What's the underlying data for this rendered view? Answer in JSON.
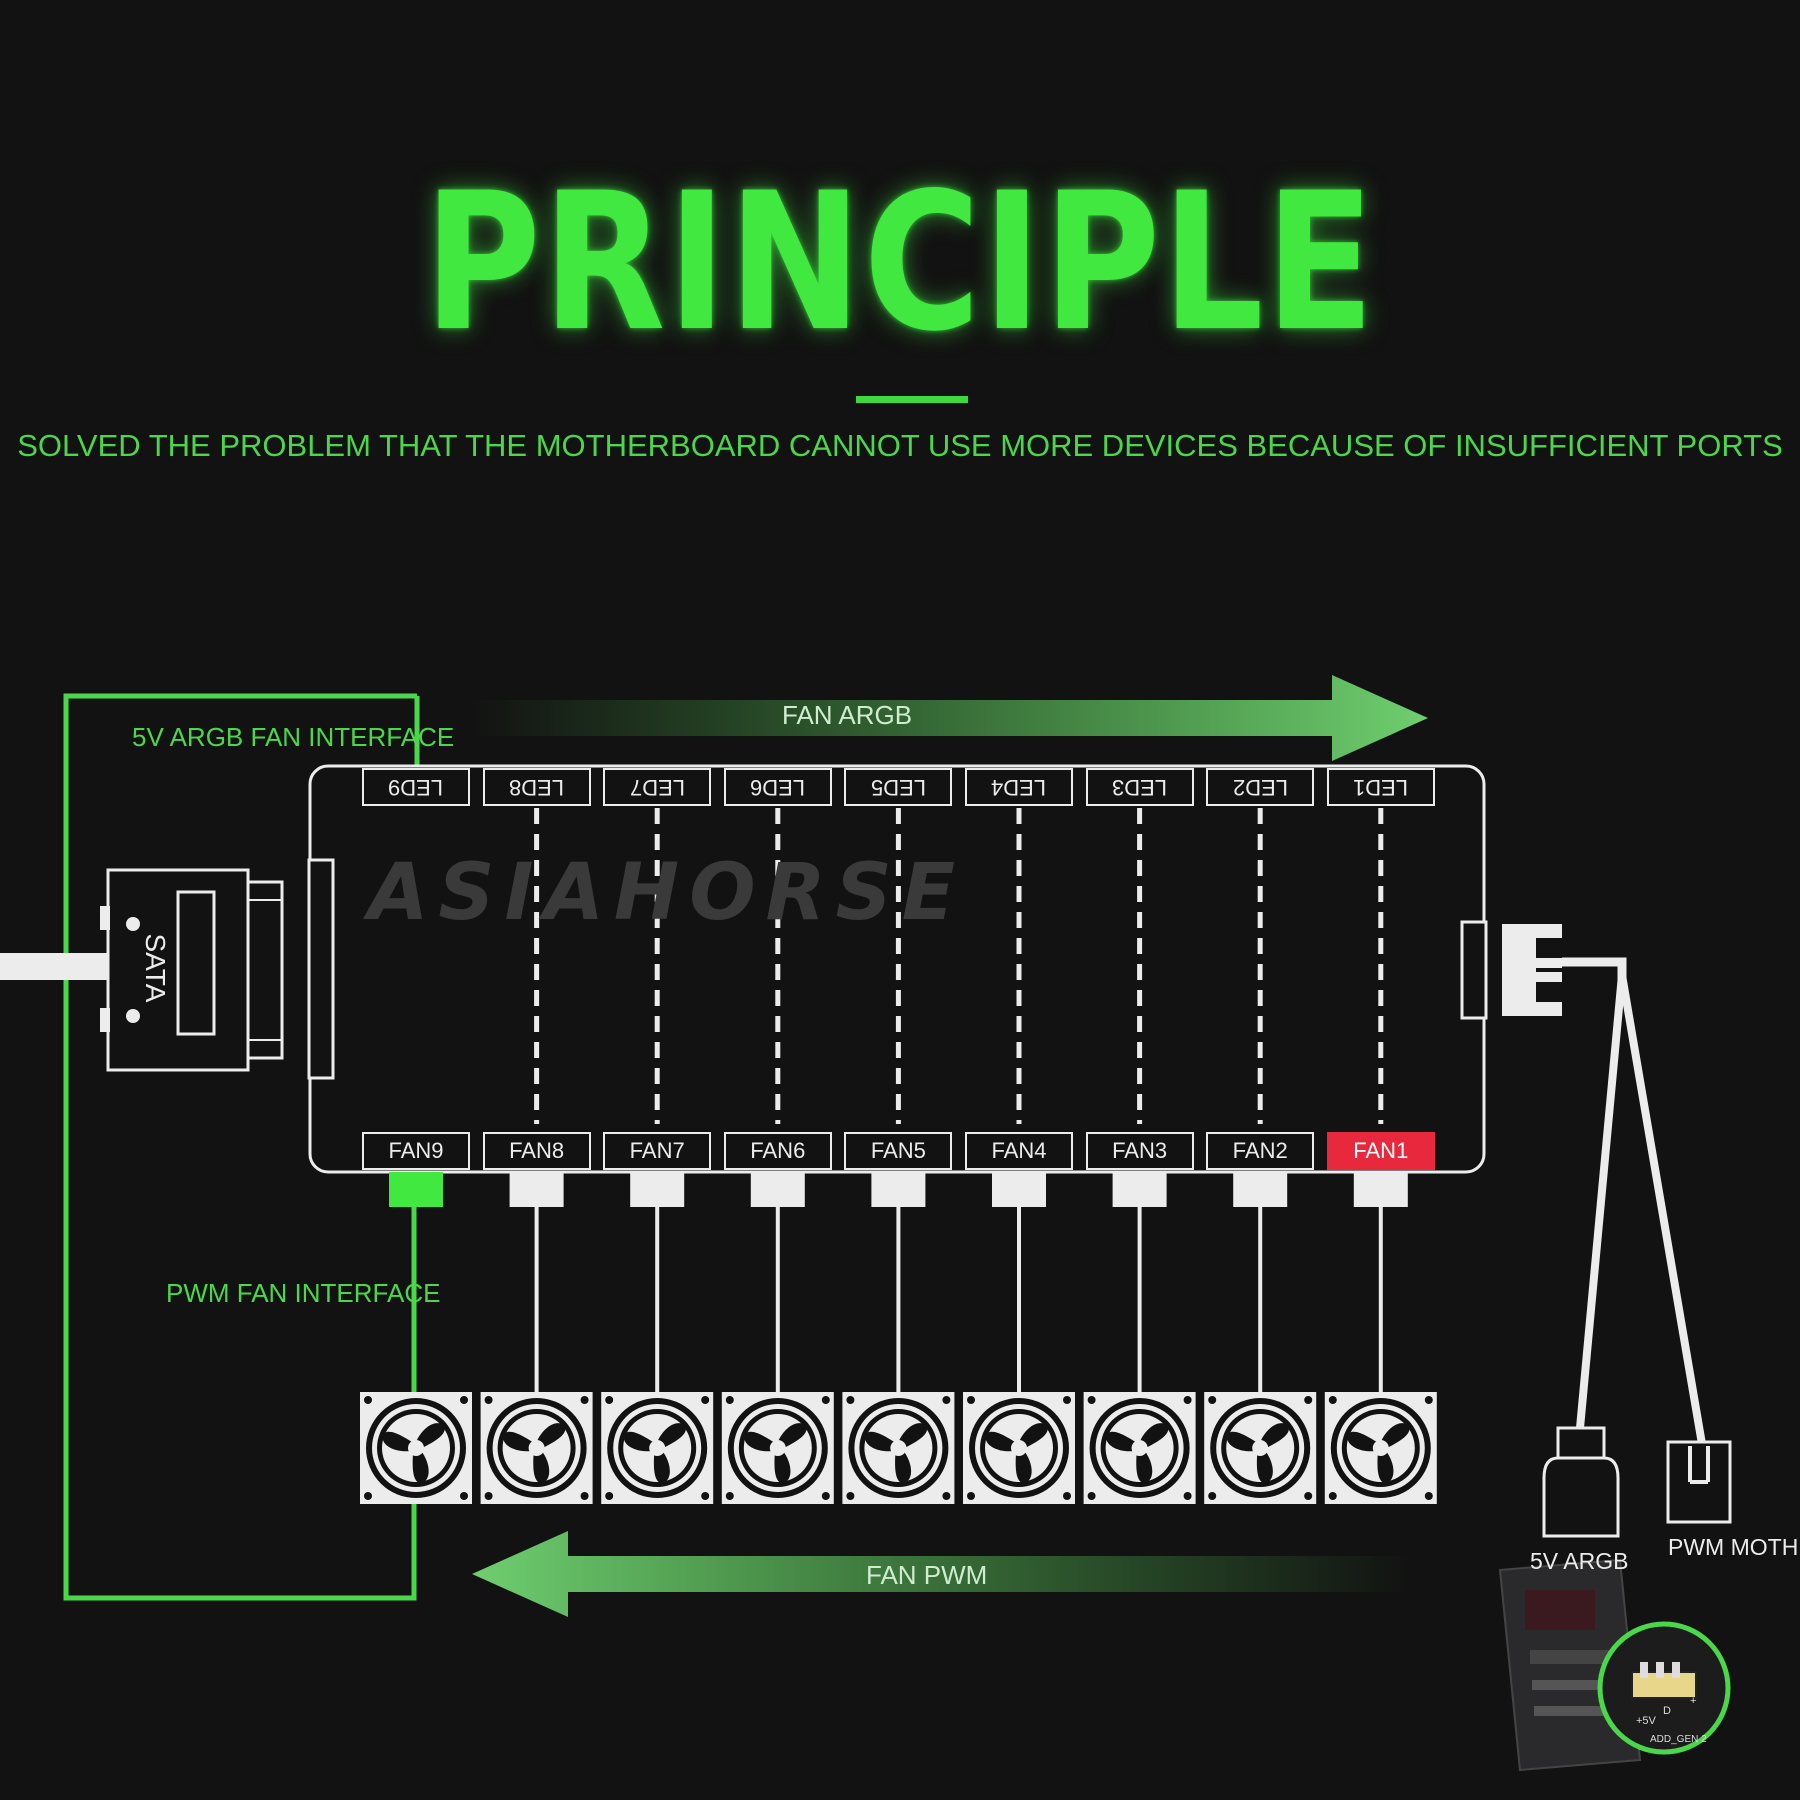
{
  "title": "PRINCIPLE",
  "subtitle": "SOLVED THE PROBLEM THAT THE MOTHERBOARD CANNOT USE MORE DEVICES BECAUSE OF INSUFFICIENT PORTS",
  "labels": {
    "argb_interface": "5V ARGB FAN INTERFACE",
    "pwm_interface": "PWM FAN INTERFACE",
    "fan_argb_arrow": "FAN ARGB",
    "fan_pwm_arrow": "FAN PWM",
    "sata": "SATA",
    "argb_connector": "5V ARGB",
    "pwm_connector": "PWM MOTH"
  },
  "watermark": "ASIAHORSE",
  "led_ports": [
    "LED9",
    "LED8",
    "LED7",
    "LED6",
    "LED5",
    "LED4",
    "LED3",
    "LED2",
    "LED1"
  ],
  "fan_ports": [
    "FAN9",
    "FAN8",
    "FAN7",
    "FAN6",
    "FAN5",
    "FAN4",
    "FAN3",
    "FAN2",
    "FAN1"
  ],
  "motherboard_header": {
    "pins": [
      "+5V",
      "D",
      "",
      "+"
    ],
    "caption": "ADD_GEN 2"
  },
  "colors": {
    "accent_green": "#40e840",
    "port_active": "#e8283c",
    "line_white": "#ececec",
    "background": "#121212"
  },
  "icons": {
    "fans": "fan-icon",
    "sata_plug": "sata-connector-icon",
    "argb_plug": "argb-connector-icon",
    "pwm_plug": "pwm-connector-icon",
    "motherboard": "motherboard-icon"
  }
}
